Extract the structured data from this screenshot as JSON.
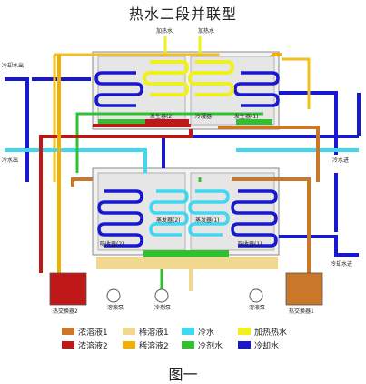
{
  "title": "热水二段并联型",
  "caption": "图一",
  "colors": {
    "conc1": "#c87828",
    "conc2": "#c01818",
    "dilute1": "#f0d890",
    "dilute2": "#f0b000",
    "cold_water": "#40d8f0",
    "coolant_water": "#30c030",
    "heat_water": "#f0f020",
    "cooling_water": "#1818d0"
  },
  "labels": {
    "steam_in_top": "加热水",
    "steam_in_top2": "加热水",
    "cooling_water_in": "冷却水出",
    "cold_water_out": "冷水出",
    "cold_water_in": "冷水进",
    "cooling_water_out": "冷却水进",
    "generator2": "发生器(2)",
    "generator1": "发生器(1)",
    "condenser": "冷凝器",
    "absorber2": "吸收器(2)",
    "evaporator2": "蒸发器(2)",
    "evaporator1": "蒸发器(1)",
    "absorber1": "吸收器(1)",
    "hx2": "热交换器2",
    "hx1": "热交换器1",
    "pump1": "溶液泵",
    "pump2": "冷剂泵",
    "pump3": "溶液泵"
  },
  "legend": [
    {
      "label": "浓溶液1",
      "color": "#c87828"
    },
    {
      "label": "稀溶液1",
      "color": "#f0d890"
    },
    {
      "label": "冷水",
      "color": "#40d8f0"
    },
    {
      "label": "加热热水",
      "color": "#f0f020"
    },
    {
      "label": "浓溶液2",
      "color": "#c01818"
    },
    {
      "label": "稀溶液2",
      "color": "#f0b000"
    },
    {
      "label": "冷剂水",
      "color": "#30c030"
    },
    {
      "label": "冷却水",
      "color": "#1818d0"
    }
  ]
}
